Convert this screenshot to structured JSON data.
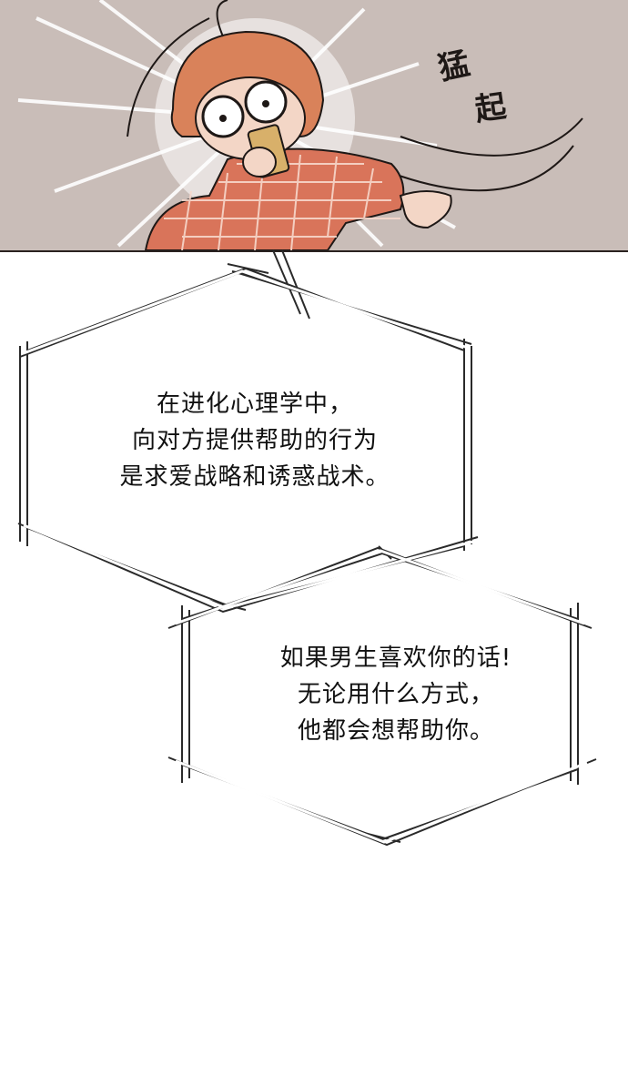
{
  "sfx": {
    "char1": "猛",
    "char2": "起"
  },
  "caption1": {
    "lines": [
      "在进化心理学中，",
      "向对方提供帮助的行为",
      "是求爱战略和诱惑战术。"
    ]
  },
  "caption2": {
    "lines": [
      "如果男生喜欢你的话!",
      "无论用什么方式，",
      "他都会想帮助你。"
    ]
  },
  "colors": {
    "panel_bg": "#c9bdb8",
    "hair": "#d9825a",
    "plaid": "#d9745a",
    "skin": "#f3d6c6",
    "phone": "#d8b06a",
    "ink": "#1e1816"
  }
}
